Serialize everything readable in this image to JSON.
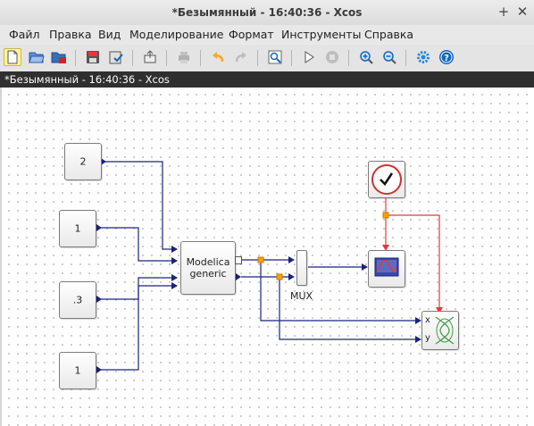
{
  "window": {
    "title": "*Безымянный - 16:40:36 - Xcos",
    "controls": [
      "+",
      "✕"
    ]
  },
  "menu": [
    "Файл",
    "Правка",
    "Вид",
    "Моделирование",
    "Формат",
    "Инструменты",
    "Справка"
  ],
  "toolbar": [
    "new-diagram-icon",
    "open-icon",
    "open-in-scilab-icon",
    "save-icon",
    "save-as-icon",
    "export-icon",
    "print-icon",
    "undo-icon",
    "redo-icon",
    "fit-diagram-icon",
    "start-icon",
    "stop-icon",
    "zoom-in-icon",
    "zoom-out-icon",
    "setup-icon",
    "help-icon"
  ],
  "tab": {
    "title": "*Безымянный - 16:40:36 - Xcos"
  },
  "blocks": {
    "const_2": "2",
    "const_1a": "1",
    "const_03": ".3",
    "const_1b": "1",
    "modelica_line1": "Modelica",
    "modelica_line2": "generic",
    "mux_label": "MUX",
    "port_x": "x",
    "port_y": "y"
  },
  "colors": {
    "data_link": "#1a237e",
    "event_link": "#e53935",
    "split_point": "#ffa000",
    "clock_ring": "#d32f2f"
  }
}
